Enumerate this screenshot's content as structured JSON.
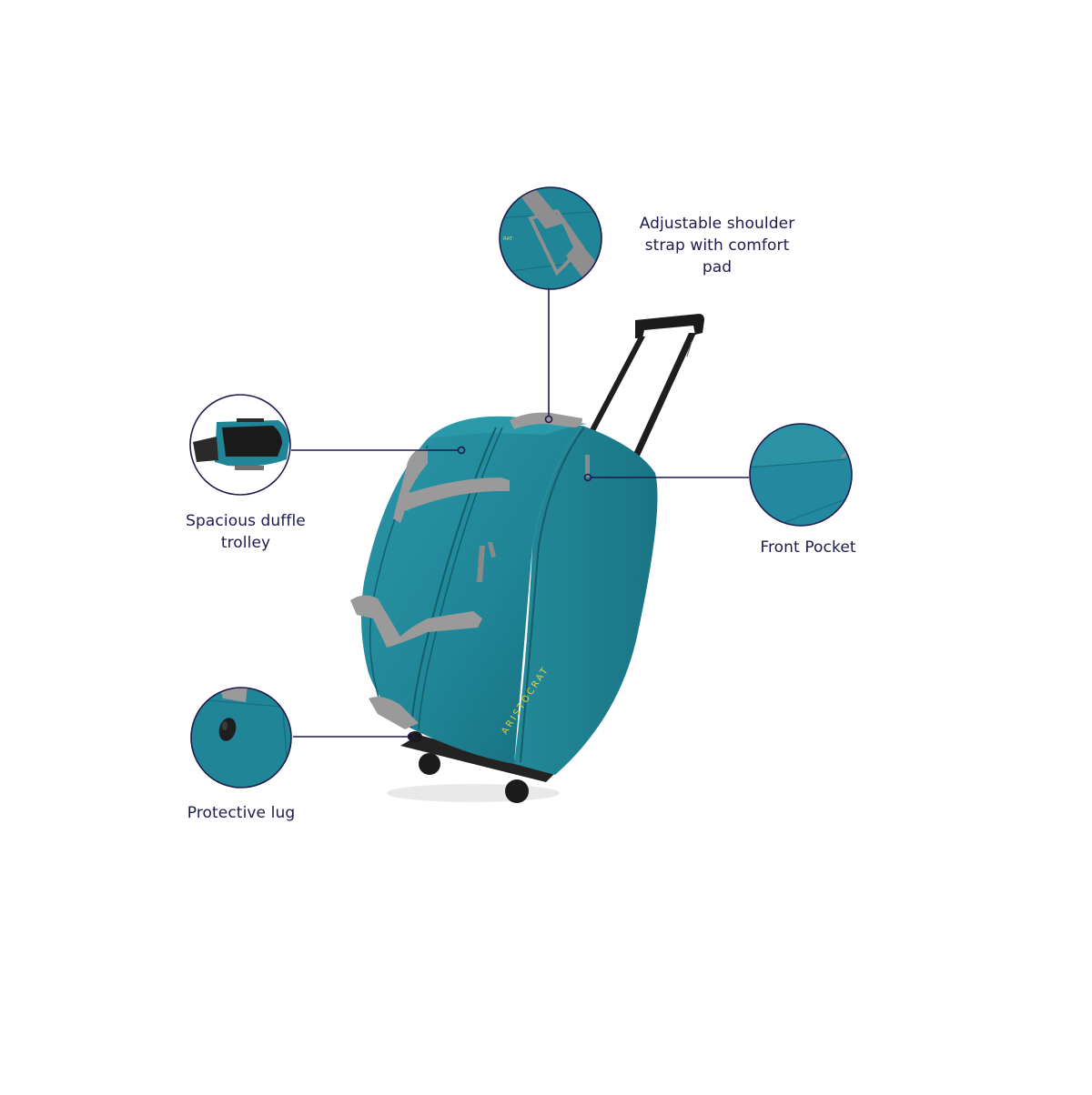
{
  "product": {
    "brand_mark": "ARISTOCRAT",
    "colors": {
      "body": "#1f8597",
      "body_dark": "#176c7b",
      "body_light": "#2a97a8",
      "straps": "#9a9a9a",
      "handle": "#1b1b1b",
      "brand_text": "#e3d23a",
      "callout_line": "#1d1a4d",
      "label_text": "#1d1a4d",
      "background": "#ffffff"
    }
  },
  "callouts": [
    {
      "id": "strap",
      "label": "Adjustable shoulder strap with comfort pad",
      "lines": [
        "Adjustable shoulder",
        "strap with comfort",
        "pad"
      ],
      "icon": "shoulder-strap-detail"
    },
    {
      "id": "duffle",
      "label": "Spacious duffle trolley",
      "lines": [
        "Spacious duffle",
        "trolley"
      ],
      "icon": "open-duffle-interior-detail"
    },
    {
      "id": "pocket",
      "label": "Front Pocket",
      "lines": [
        "Front Pocket"
      ],
      "icon": "front-pocket-detail"
    },
    {
      "id": "lug",
      "label": "Protective lug",
      "lines": [
        "Protective lug"
      ],
      "icon": "protective-lug-detail"
    }
  ]
}
